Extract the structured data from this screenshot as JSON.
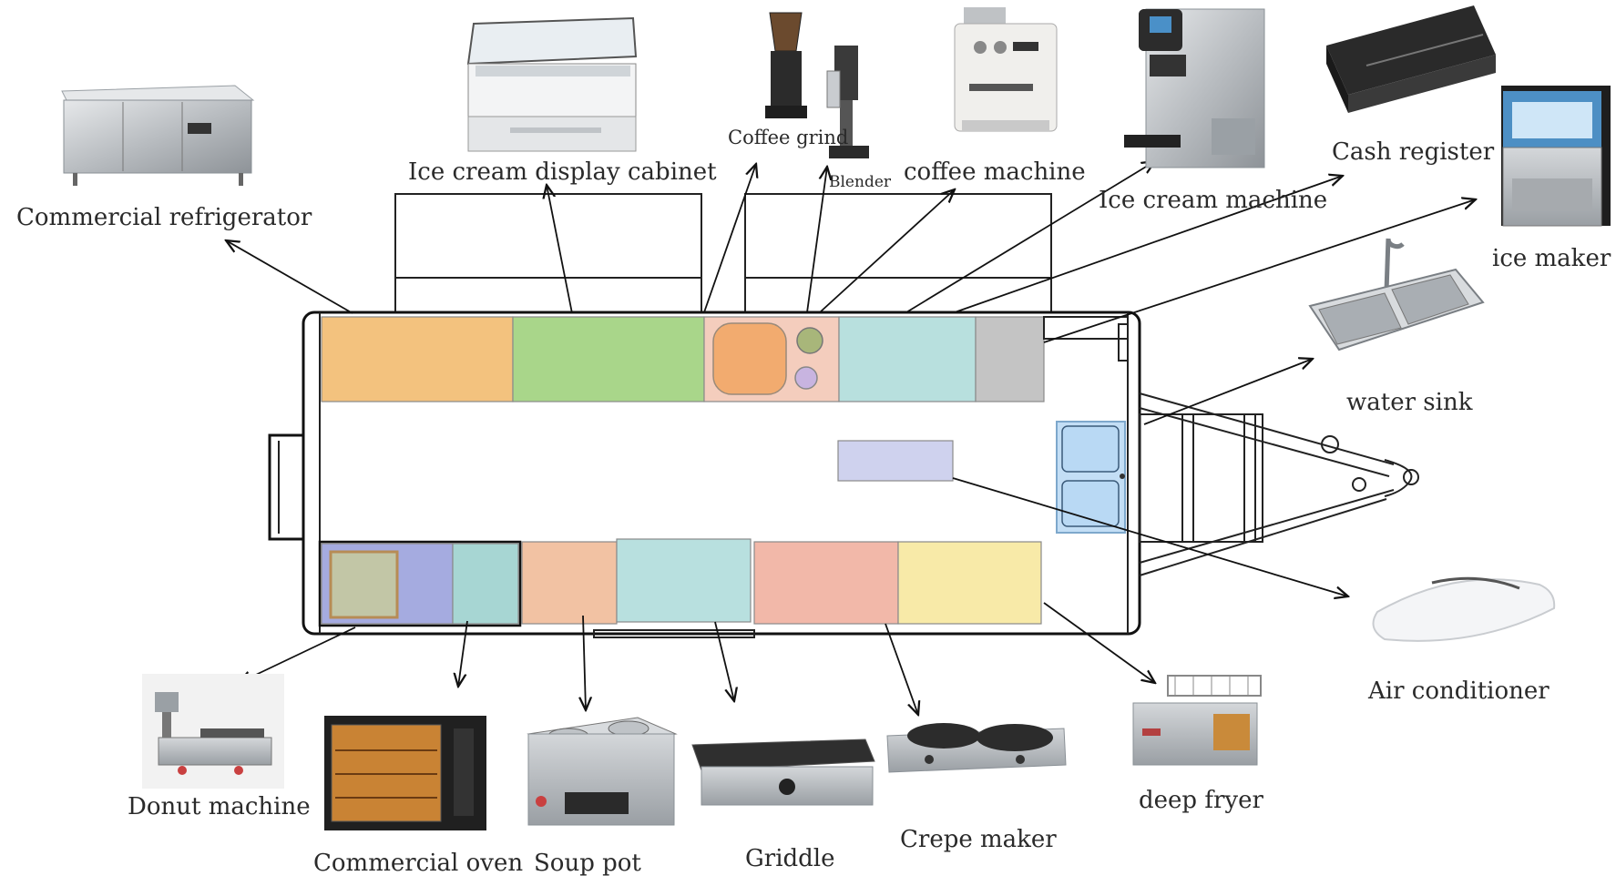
{
  "labels": {
    "commercial_refrigerator": "Commercial refrigerator",
    "ice_cream_display_cabinet": "Ice cream display cabinet",
    "coffee_grind": "Coffee grind",
    "blender": "Blender",
    "coffee_machine": "coffee machine",
    "ice_cream_machine": "Ice cream machine",
    "cash_register": "Cash register",
    "ice_maker": "ice maker",
    "water_sink": "water sink",
    "air_conditioner": "Air conditioner",
    "deep_fryer": "deep fryer",
    "crepe_maker": "Crepe maker",
    "griddle": "Griddle",
    "soup_pot": "Soup pot",
    "commercial_oven": "Commercial oven",
    "donut_machine": "Donut machine"
  },
  "colors": {
    "refrigerator_zone": "#f3c27e",
    "display_cabinet_zone": "#a9d68a",
    "coffee_station_zone": "#f4cdbd",
    "coffee_machine_zone": "#b8e0de",
    "ice_cream_zone": "#c4c4c4",
    "donut_zone": "#a5abe0",
    "oven_zone": "#a7d6d3",
    "soup_pot_zone": "#f2c2a3",
    "griddle_zone": "#b8e0df",
    "crepe_zone": "#f2b8a9",
    "fryer_zone": "#f8eaa8",
    "ac_zone": "#cfd2ee",
    "sink_zone": "#c3def5"
  }
}
